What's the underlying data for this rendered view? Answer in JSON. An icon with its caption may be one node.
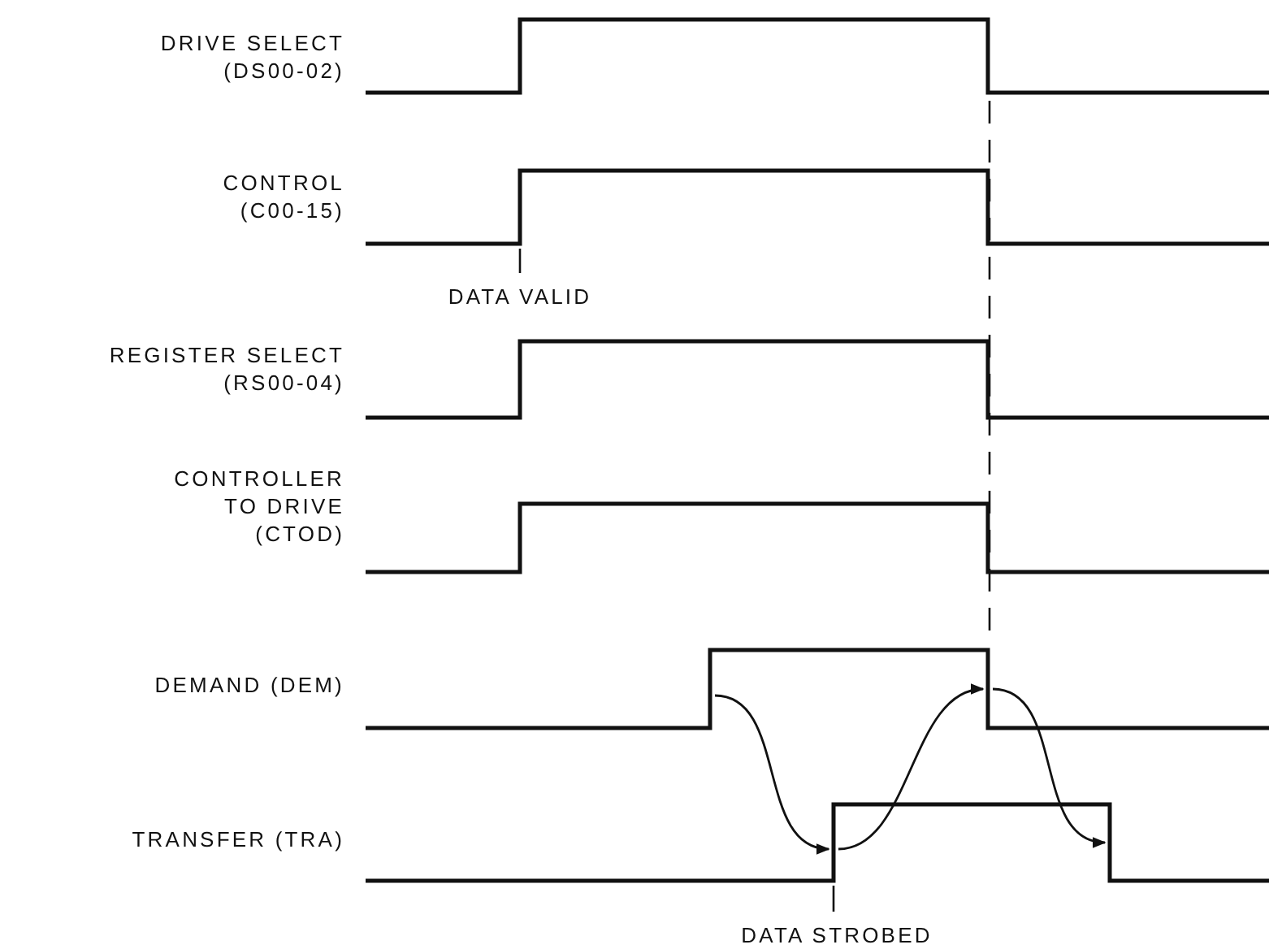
{
  "diagram": {
    "nodes": [
      {
        "text": [],
        "shape": "line"
      },
      {
        "text": [],
        "shape": "line"
      }
    ],
    "edges": [
      {
        "from": 0,
        "to": 1,
        "arrow": "to"
      },
      {
        "from": 1,
        "to": 0,
        "arrow": "to"
      },
      {
        "from": 0,
        "to": 1,
        "arrow": "to"
      }
    ],
    "labels": [
      "DRIVE SELECT (DS00-02)",
      "CONTROL (C00-15)",
      "DATA VALID",
      "REGISTER SELECT (RS00-04)",
      "CONTROLLER TO DRIVE (CTOD)",
      "DEMAND (DEM)",
      "TRANSFER (TRA)",
      "DATA STROBED"
    ]
  }
}
